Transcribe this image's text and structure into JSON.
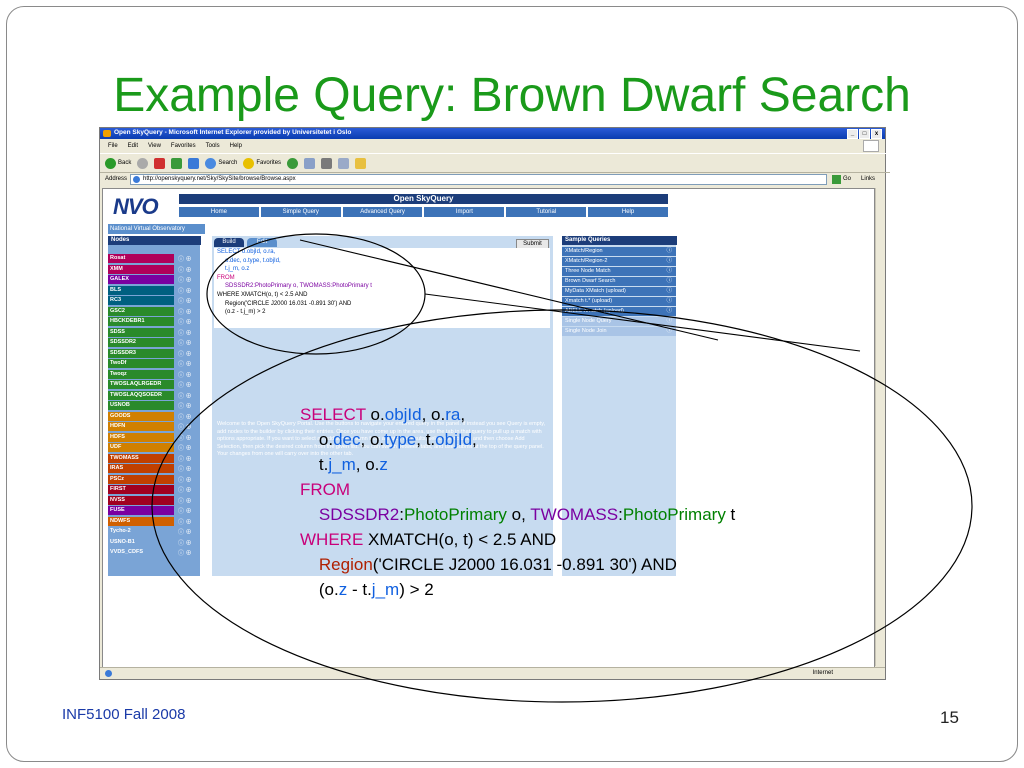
{
  "slide": {
    "title": "Example Query: Brown Dwarf Search",
    "footer_left": "INF5100 Fall 2008",
    "page_number": "15"
  },
  "browser": {
    "window_title": "Open SkyQuery - Microsoft Internet Explorer provided by Universitetet i Oslo",
    "menu": [
      "File",
      "Edit",
      "View",
      "Favorites",
      "Tools",
      "Help"
    ],
    "toolbar": [
      "Back",
      "Search",
      "Favorites"
    ],
    "address_label": "Address",
    "address_value": "http://openskyquery.net/Sky/SkySite/browse/Browse.aspx",
    "go_label": "Go",
    "links_label": "Links",
    "status_zone": "Internet"
  },
  "site": {
    "logo": "NVO",
    "banner": "Open SkyQuery",
    "nav": [
      "Home",
      "Simple Query",
      "Advanced Query",
      "Import",
      "Tutorial",
      "Help"
    ],
    "org_label": "National Virtual Observatory",
    "nodes_header": "Nodes",
    "nodes": [
      {
        "name": "Rosat",
        "color": "#b0005a"
      },
      {
        "name": "XMM",
        "color": "#b0005a"
      },
      {
        "name": "GALEX",
        "color": "#7a00a0"
      },
      {
        "name": "BLS",
        "color": "#006080"
      },
      {
        "name": "RC3",
        "color": "#006080"
      },
      {
        "name": "GSC2",
        "color": "#2a8a2a"
      },
      {
        "name": "HBCKDEBR1",
        "color": "#2a8a2a"
      },
      {
        "name": "SDSS",
        "color": "#2a8a2a"
      },
      {
        "name": "SDSSDR2",
        "color": "#2a8a2a"
      },
      {
        "name": "SDSSDR3",
        "color": "#2a8a2a"
      },
      {
        "name": "TwoDf",
        "color": "#2a8a2a"
      },
      {
        "name": "Twoqz",
        "color": "#2a8a2a"
      },
      {
        "name": "TWOSLAQLRGEDR",
        "color": "#2a8a2a"
      },
      {
        "name": "TWOSLAQQSOEDR",
        "color": "#2a8a2a"
      },
      {
        "name": "USNOB",
        "color": "#2a8a2a"
      },
      {
        "name": "GOODS",
        "color": "#d08000"
      },
      {
        "name": "HDFN",
        "color": "#d08000"
      },
      {
        "name": "HDFS",
        "color": "#d08000"
      },
      {
        "name": "UDF",
        "color": "#d08000"
      },
      {
        "name": "TWOMASS",
        "color": "#c04000"
      },
      {
        "name": "IRAS",
        "color": "#c04000"
      },
      {
        "name": "PSCz",
        "color": "#c04000"
      },
      {
        "name": "FIRST",
        "color": "#a00020"
      },
      {
        "name": "NVSS",
        "color": "#a00020"
      },
      {
        "name": "FUSE",
        "color": "#7a00a0"
      },
      {
        "name": "NDWFS",
        "color": "#d06000"
      },
      {
        "name": "Tycho-2",
        "color": "#7aa4d6"
      },
      {
        "name": "USNO-B1",
        "color": "#7aa4d6"
      },
      {
        "name": "VVDS_CDFS",
        "color": "#7aa4d6"
      }
    ],
    "tabs": [
      "Build",
      "Edit"
    ],
    "submit": "Submit",
    "samples_header": "Sample Queries",
    "samples": [
      "XMatch/Region",
      "XMatch/Region-2",
      "Three Node Match",
      "Brown Dwarf Search",
      "MyData XMatch (upload)",
      "Xmatch t.* (upload)",
      "ABELL Xmatch (upload)",
      "Single Node Query",
      "Single Node Join"
    ],
    "help_text": "Welcome to the Open SkyQuery Portal. Use the buttons to navigate your entered query in the panel. If instead you see Query is empty, add nodes to the builder by clicking their entries. Once you have come up in the area, use the tab in that query to pull up a match with options appropriate. If you want to select an additional column from a match or results, select the column and then choose Add Selection, then pick the desired column from the given list. You can switch between tabs, and use Submit at the top of the query panel. Your changes from one will carry over into the other tab."
  },
  "query_small": {
    "l1": "SELECT o.objId, o.ra,",
    "l2": "o.dec, o.type, t.objId,",
    "l3": "t.j_m, o.z",
    "l4": "FROM",
    "l5": "SDSSDR2:PhotoPrimary o, TWOMASS:PhotoPrimary t",
    "l6": "WHERE XMATCH(o, t) < 2.5 AND",
    "l7": "Region('CIRCLE J2000 16.031 -0.891 30') AND",
    "l8": "(o.z - t.j_m) > 2"
  },
  "query_big": {
    "select_kw": "SELECT",
    "from_kw": "FROM",
    "where_kw": "WHERE",
    "region_kw": "Region",
    "sdss": "SDSSDR2",
    "twomass": "TWOMASS",
    "photo": "PhotoPrimary",
    "xmatch": "XMATCH(o, t) < 2.5 AND",
    "region_args": "('CIRCLE J2000 16.031 -0.891 30') AND"
  },
  "colors": {
    "title": "#1a9a1a",
    "keyword": "#c8007a",
    "identifier": "#1060e0",
    "table": "#7a00a0",
    "column": "#008000",
    "banner": "#1c3d7a"
  }
}
